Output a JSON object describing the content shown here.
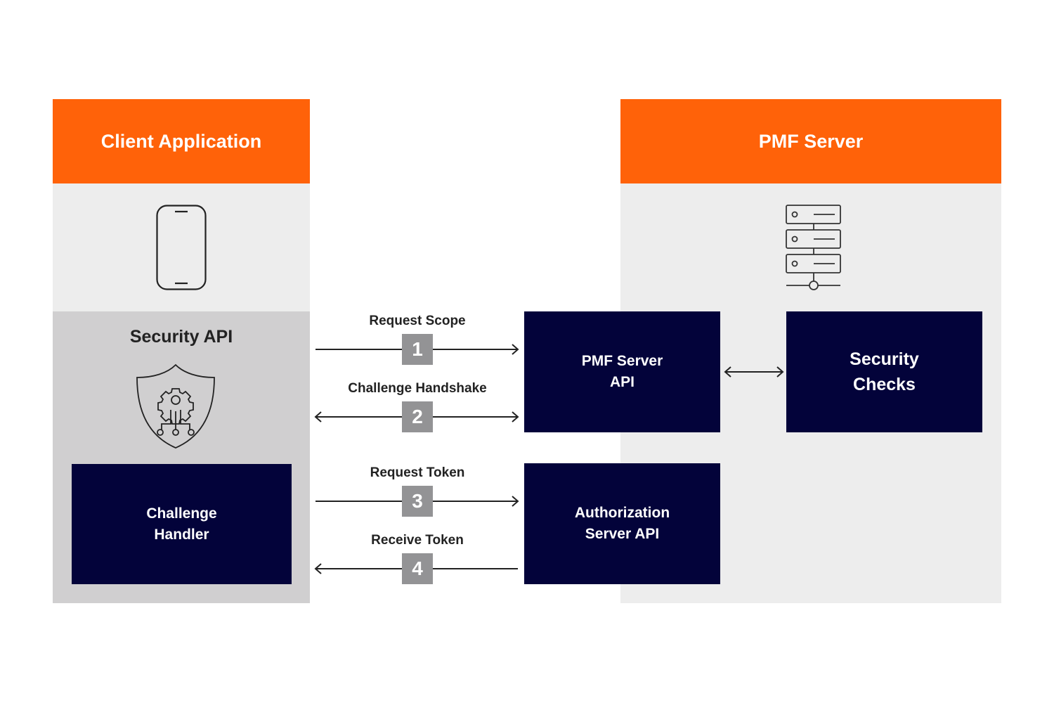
{
  "client": {
    "title": "Client Application",
    "device_icon": "smartphone-icon",
    "security_api": {
      "title": "Security API",
      "icon": "shield-gear-circuit-icon",
      "handler_label": "Challenge\nHandler"
    }
  },
  "server": {
    "title": "PMF Server",
    "icon": "server-rack-icon",
    "server_api_label": "PMF Server\nAPI",
    "security_checks_label": "Security\nChecks",
    "auth_api_label": "Authorization\nServer API"
  },
  "flows": [
    {
      "step": "1",
      "label": "Request Scope",
      "direction": "right"
    },
    {
      "step": "2",
      "label": "Challenge Handshake",
      "direction": "both"
    },
    {
      "step": "3",
      "label": "Request Token",
      "direction": "right"
    },
    {
      "step": "4",
      "label": "Receive Token",
      "direction": "left"
    }
  ],
  "link": {
    "direction": "both"
  },
  "colors": {
    "header": "#ff6209",
    "panel": "#ededed",
    "sub_panel": "#d0cfd0",
    "box": "#03033a",
    "badge": "#939395"
  }
}
